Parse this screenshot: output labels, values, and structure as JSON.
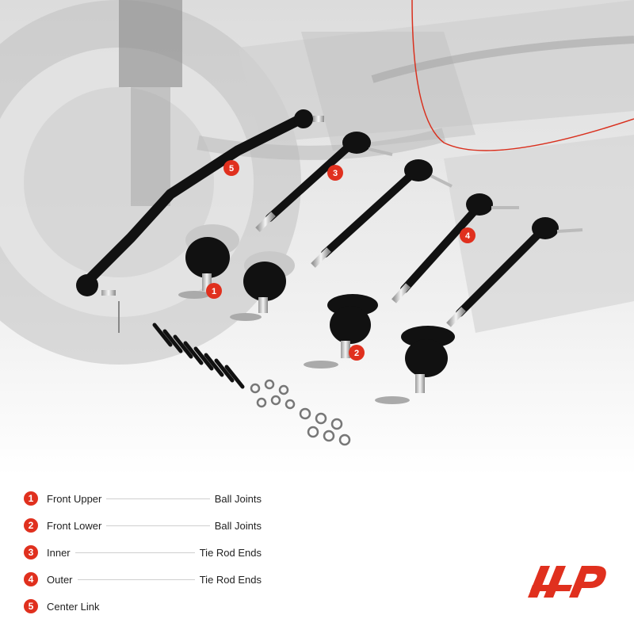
{
  "legend": [
    {
      "num": "1",
      "left": "Front Upper",
      "right": "Ball Joints"
    },
    {
      "num": "2",
      "left": "Front Lower",
      "right": "Ball Joints"
    },
    {
      "num": "3",
      "left": "Inner",
      "right": "Tie Rod Ends"
    },
    {
      "num": "4",
      "left": "Outer",
      "right": "Tie Rod Ends"
    },
    {
      "num": "5",
      "left": "Center Link",
      "right": ""
    }
  ],
  "callouts": [
    "1",
    "2",
    "3",
    "4",
    "5"
  ],
  "colors": {
    "accent": "#e0301e",
    "part": "#111111",
    "chrome": "#c8c8c8"
  }
}
